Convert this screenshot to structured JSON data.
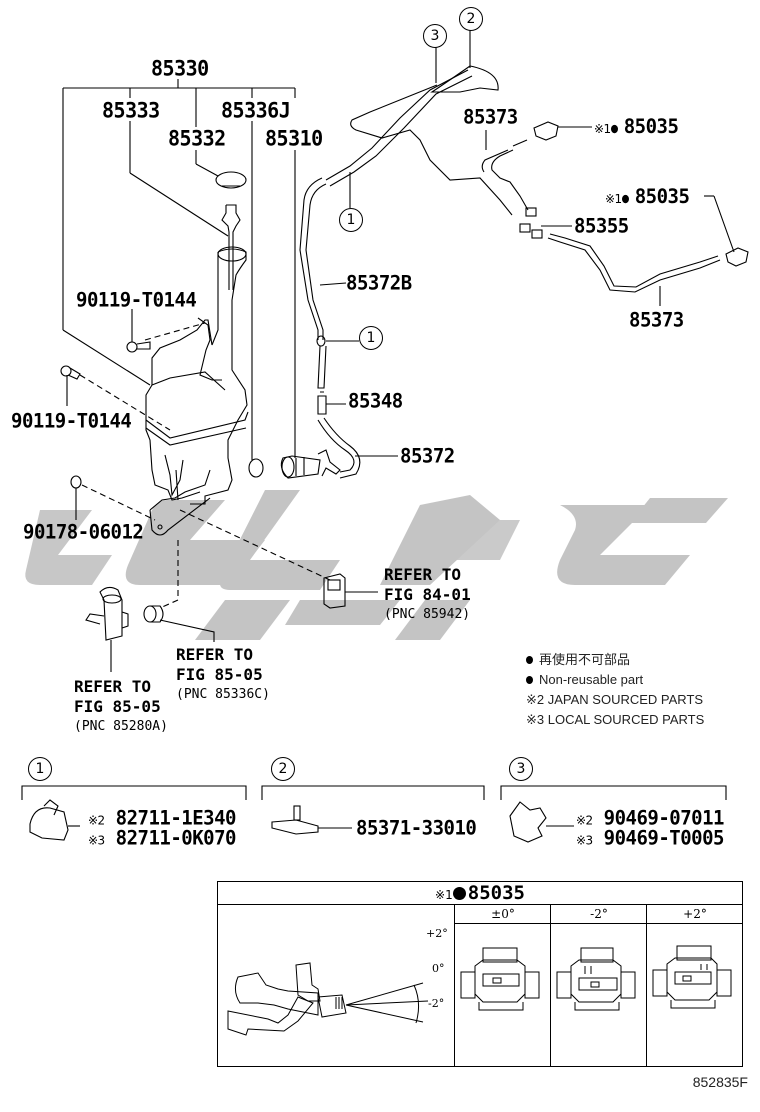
{
  "figure": {
    "id": "852835F",
    "watermark_color": "#c4c4c4"
  },
  "labels": {
    "p85330": "85330",
    "p85333": "85333",
    "p85336J": "85336J",
    "p85332": "85332",
    "p85310": "85310",
    "p85373_top": "85373",
    "p85035_top": "85035",
    "p85035_right": "85035",
    "p85355": "85355",
    "p85372B": "85372B",
    "p85373_bottom": "85373",
    "p85348": "85348",
    "p85372": "85372",
    "bolt_upper": "90119-T0144",
    "bolt_lower": "90119-T0144",
    "grommet": "90178-06012",
    "mark_85035_prefix": "※1",
    "callout_1a": "1",
    "callout_1b": "1",
    "callout_2": "2",
    "callout_3": "3"
  },
  "references": {
    "fig84": {
      "line1": "REFER TO",
      "line2": "FIG 84-01",
      "pnc": "(PNC 85942)"
    },
    "fig85_c": {
      "line1": "REFER TO",
      "line2": "FIG 85-05",
      "pnc": "(PNC 85336C)"
    },
    "fig85_a": {
      "line1": "REFER TO",
      "line2": "FIG 85-05",
      "pnc": "(PNC 85280A)"
    }
  },
  "legend": {
    "non_reusable_jp": "再使用不可部品",
    "non_reusable_en": "Non-reusable part",
    "japan_mark": "※2",
    "japan": "JAPAN SOURCED PARTS",
    "local_mark": "※3",
    "local": "LOCAL SOURCED PARTS"
  },
  "detail_groups": [
    {
      "callout": "1",
      "lines": [
        {
          "mark": "※2",
          "part": "82711-1E340"
        },
        {
          "mark": "※3",
          "part": "82711-0K070"
        }
      ]
    },
    {
      "callout": "2",
      "lines": [
        {
          "mark": "",
          "part": "85371-33010"
        }
      ]
    },
    {
      "callout": "3",
      "lines": [
        {
          "mark": "※2",
          "part": "90469-07011"
        },
        {
          "mark": "※3",
          "part": "90469-T0005"
        }
      ]
    }
  ],
  "inset": {
    "title_mark": "※1",
    "title_part": "85035",
    "angles": {
      "up": "+2°",
      "zero": "0°",
      "down": "-2°"
    },
    "columns": [
      {
        "label": "±0°"
      },
      {
        "label": "-2°"
      },
      {
        "label": "+2°"
      }
    ]
  }
}
